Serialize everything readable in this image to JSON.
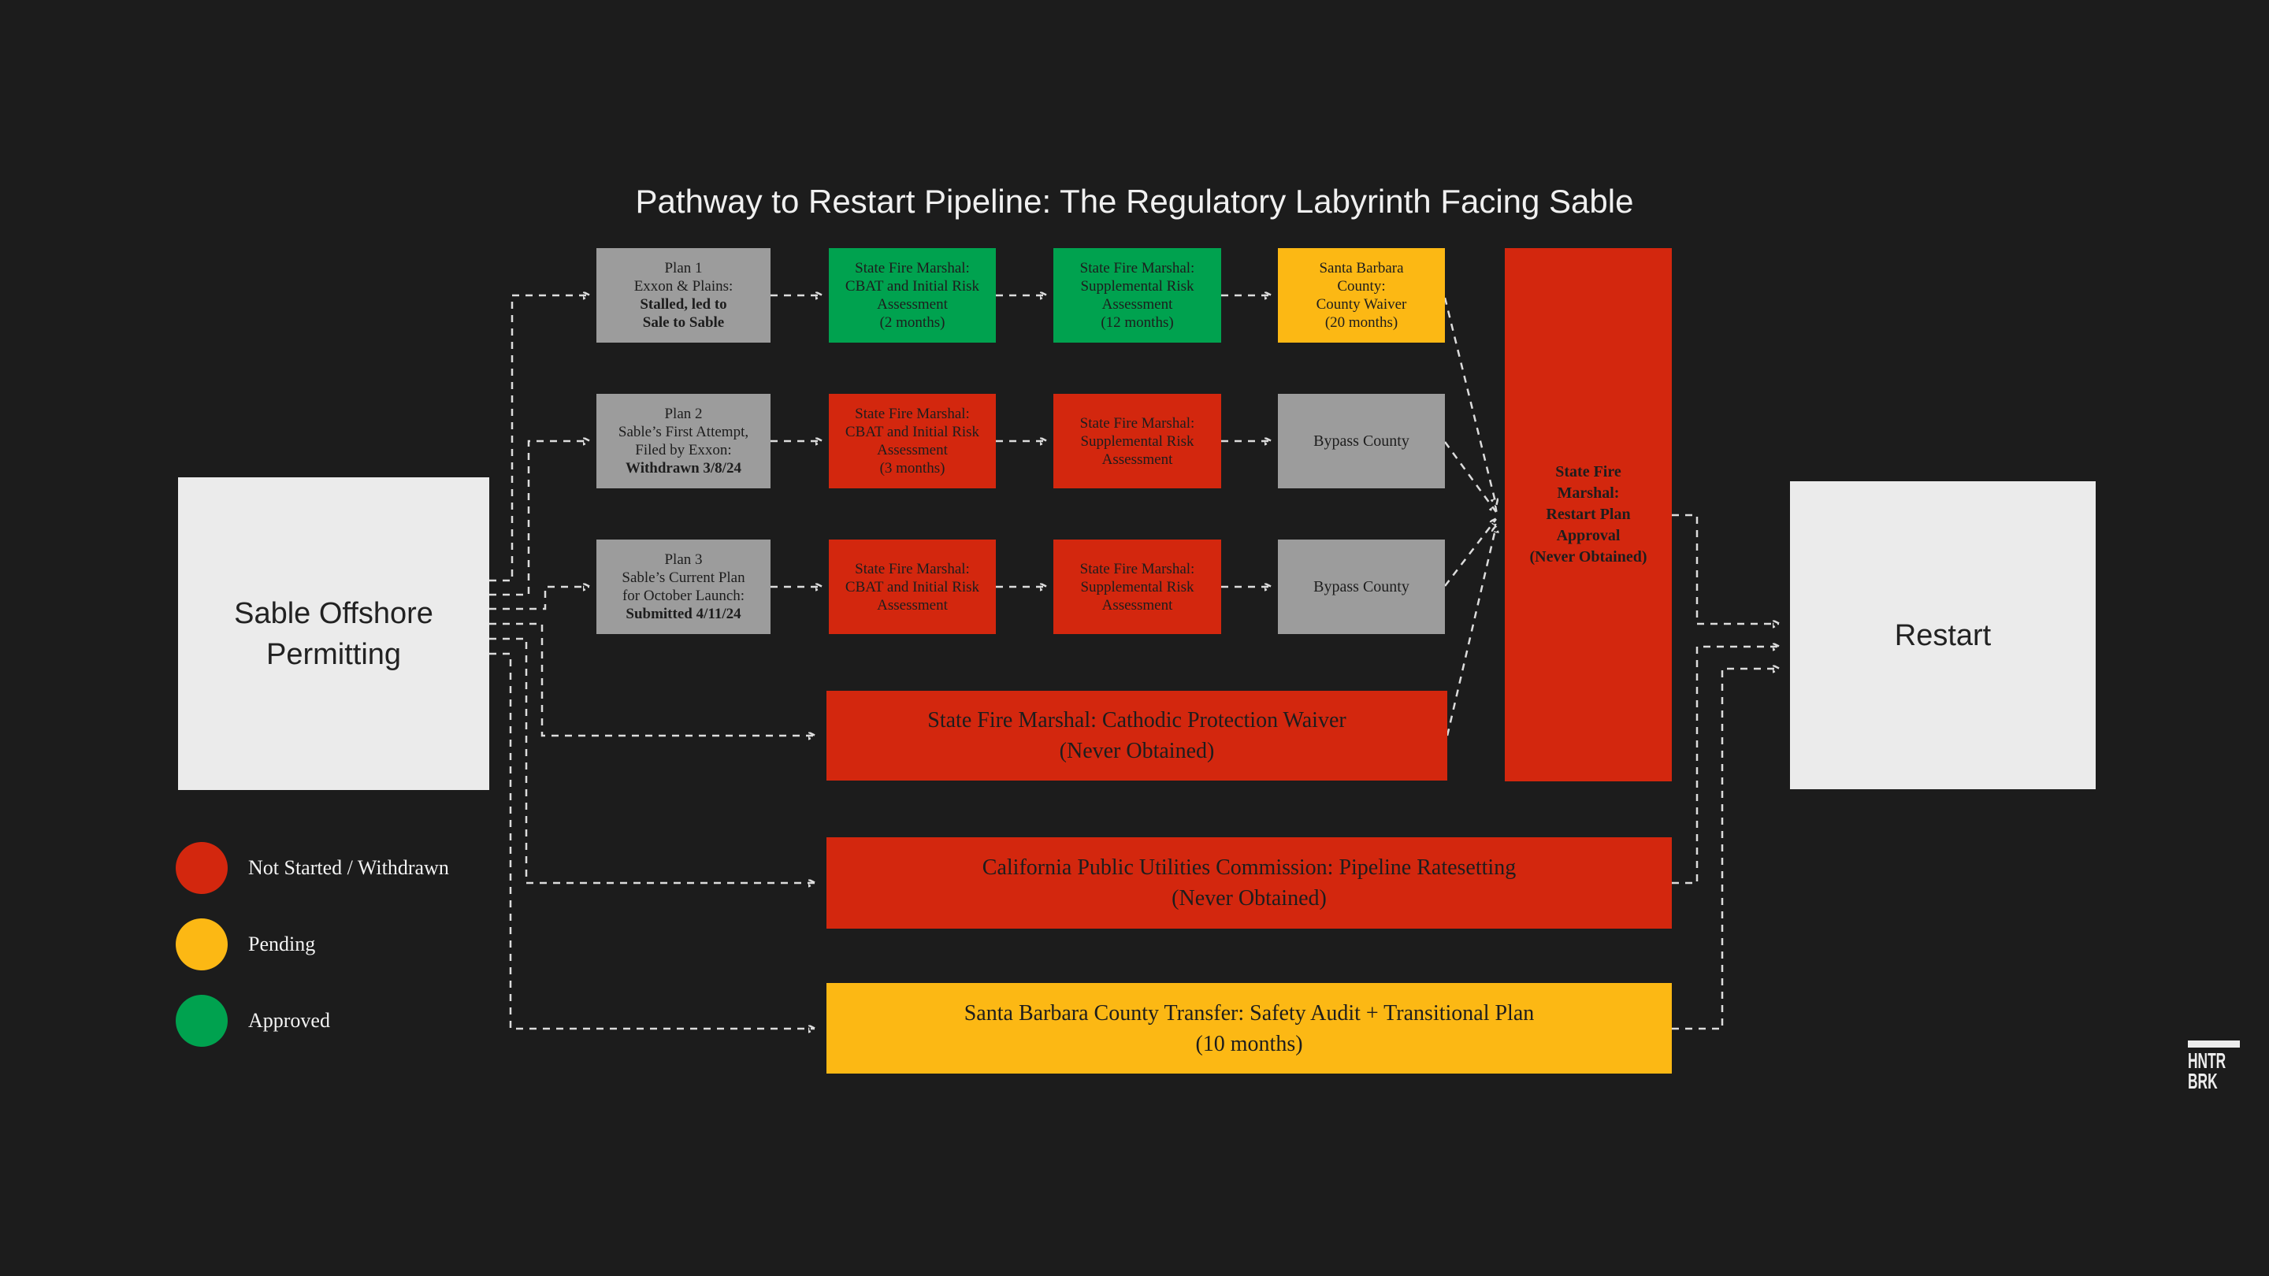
{
  "title": "Pathway to Restart Pipeline: The Regulatory Labyrinth Facing Sable",
  "start_node": {
    "lines": [
      "Sable Offshore",
      "Permitting"
    ]
  },
  "end_node": {
    "label": "Restart"
  },
  "status_colors": {
    "not_started": "#d3270e",
    "pending": "#fcb814",
    "approved": "#00a24f",
    "neutral": "#9c9c9c",
    "node": "#ebebeb",
    "background": "#1c1c1c",
    "connector": "#dcdcdc"
  },
  "rows": [
    {
      "plan": {
        "lines": [
          "Plan 1",
          "Exxon & Plains:",
          "Stalled, led to",
          "Sale to Sable"
        ],
        "status": "neutral"
      },
      "steps": [
        {
          "lines": [
            "State Fire Marshal:",
            "CBAT and Initial Risk",
            "Assessment",
            "(2 months)"
          ],
          "status": "approved"
        },
        {
          "lines": [
            "State Fire Marshal:",
            "Supplemental Risk",
            "Assessment",
            "(12 months)"
          ],
          "status": "approved"
        },
        {
          "lines": [
            "Santa Barbara",
            "County:",
            "County Waiver",
            "(20 months)"
          ],
          "status": "pending"
        }
      ]
    },
    {
      "plan": {
        "lines": [
          "Plan 2",
          "Sable’s First Attempt,",
          "Filed by Exxon:",
          "Withdrawn 3/8/24"
        ],
        "status": "neutral"
      },
      "steps": [
        {
          "lines": [
            "State Fire Marshal:",
            "CBAT and Initial Risk",
            "Assessment",
            "(3 months)"
          ],
          "status": "not_started"
        },
        {
          "lines": [
            "State Fire Marshal:",
            "Supplemental Risk",
            "Assessment"
          ],
          "status": "not_started"
        },
        {
          "lines": [
            "Bypass County"
          ],
          "status": "neutral"
        }
      ]
    },
    {
      "plan": {
        "lines": [
          "Plan 3",
          "Sable’s Current Plan",
          "for October Launch:",
          "Submitted 4/11/24"
        ],
        "status": "neutral"
      },
      "steps": [
        {
          "lines": [
            "State Fire Marshal:",
            "CBAT and Initial Risk",
            "Assessment"
          ],
          "status": "not_started"
        },
        {
          "lines": [
            "State Fire Marshal:",
            "Supplemental Risk",
            "Assessment"
          ],
          "status": "not_started"
        },
        {
          "lines": [
            "Bypass County"
          ],
          "status": "neutral"
        }
      ]
    }
  ],
  "final_gate": {
    "lines": [
      "State Fire",
      "Marshal:",
      "Restart Plan",
      "Approval",
      "(Never Obtained)"
    ],
    "status": "not_started"
  },
  "banners": [
    {
      "lines": [
        "State Fire Marshal: Cathodic Protection Waiver",
        "(Never Obtained)"
      ],
      "status": "not_started"
    },
    {
      "lines": [
        "California Public Utilities Commission: Pipeline Ratesetting",
        "(Never Obtained)"
      ],
      "status": "not_started"
    },
    {
      "lines": [
        "Santa Barbara County Transfer: Safety Audit + Transitional Plan",
        "(10 months)"
      ],
      "status": "pending"
    }
  ],
  "legend": [
    {
      "label": "Not Started / Withdrawn",
      "status": "not_started"
    },
    {
      "label": "Pending",
      "status": "pending"
    },
    {
      "label": "Approved",
      "status": "approved"
    }
  ],
  "logo": {
    "line1": "HNTR",
    "line2": "BRK"
  }
}
